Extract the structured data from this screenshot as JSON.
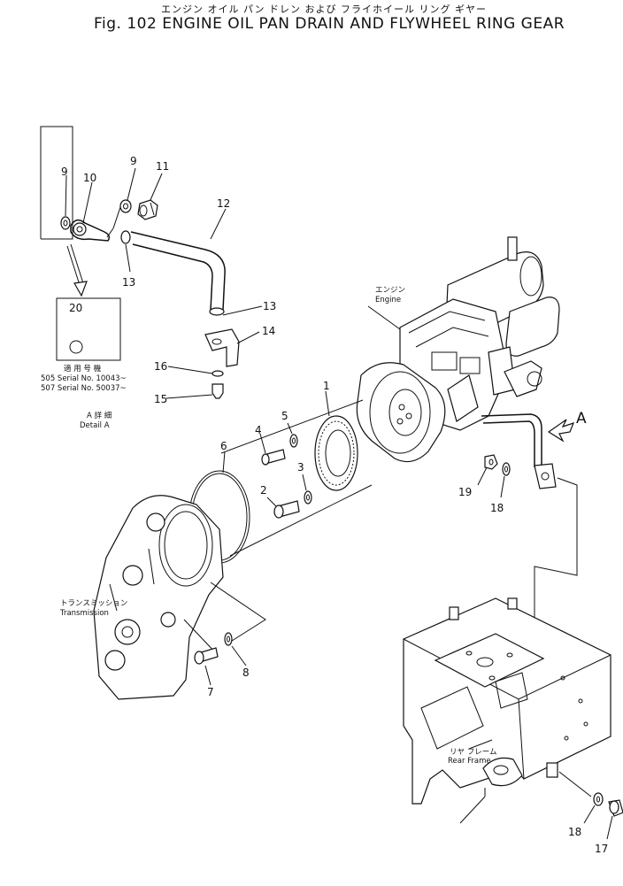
{
  "title": {
    "japanese": "エンジン オイル パン ドレン および フライホイール リング ギヤー",
    "english": "Fig. 102 ENGINE OIL PAN DRAIN AND FLYWHEEL RING GEAR"
  },
  "labels": {
    "engine_jp": "エンジン",
    "engine_en": "Engine",
    "transmission_jp": "トランスミッション",
    "transmission_en": "Transmission",
    "rear_frame_jp": "リヤ フレーム",
    "rear_frame_en": "Rear Frame",
    "serial_heading": "適 用 号 機",
    "serial_505": "505 Serial No. 10043~",
    "serial_507": "507 Serial No. 50037~",
    "detail_jp": "A 詳 細",
    "detail_en": "Detail A",
    "view_a": "A"
  },
  "callouts": {
    "c1": "1",
    "c2": "2",
    "c3": "3",
    "c4": "4",
    "c5": "5",
    "c6": "6",
    "c7": "7",
    "c8": "8",
    "c9a": "9",
    "c9b": "9",
    "c10": "10",
    "c11": "11",
    "c12": "12",
    "c13a": "13",
    "c13b": "13",
    "c14": "14",
    "c15": "15",
    "c16": "16",
    "c17": "17",
    "c18a": "18",
    "c18b": "18",
    "c19": "19",
    "c20": "20"
  }
}
